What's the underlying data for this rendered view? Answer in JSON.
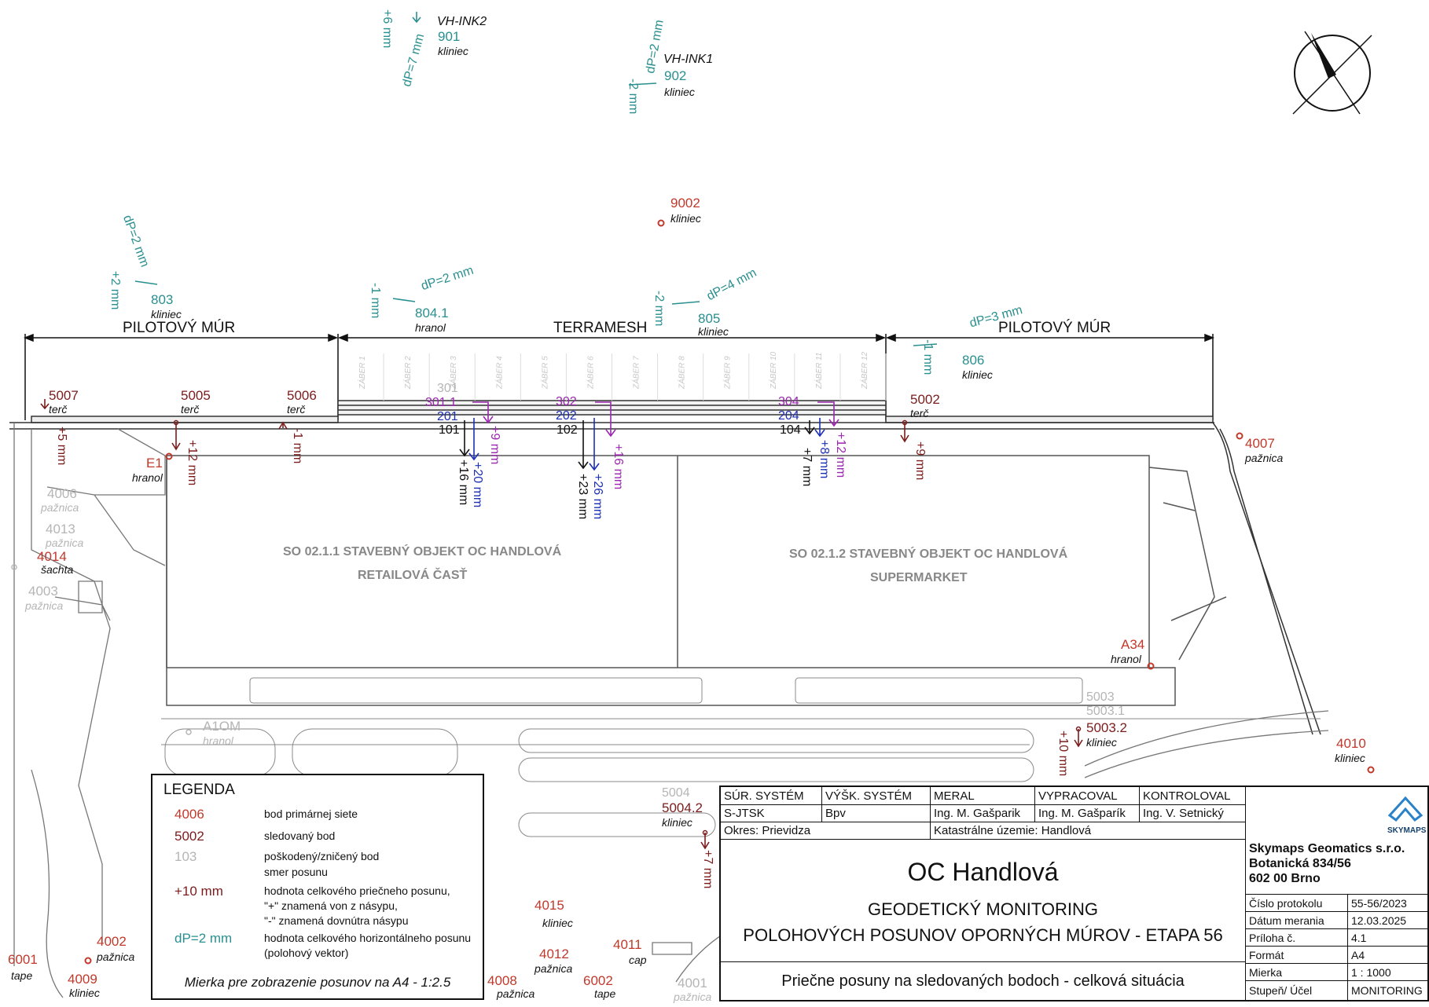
{
  "drawing": {
    "sections": {
      "pilot_left": "PILOTOVÝ MÚR",
      "terramesh": "TERRAMESH",
      "pilot_right": "PILOTOVÝ MÚR"
    },
    "zaber_labels": [
      "ZÁBER 1",
      "ZÁBER 2",
      "ZÁBER 3",
      "ZÁBER 4",
      "ZÁBER 5",
      "ZÁBER 6",
      "ZÁBER 7",
      "ZÁBER 8",
      "ZÁBER 9",
      "ZÁBER 10",
      "ZÁBER 11",
      "ZÁBER 12"
    ],
    "buildings": {
      "left_line1": "SO 02.1.1 STAVEBNÝ OBJEKT OC HANDLOVÁ",
      "left_line2": "RETAILOVÁ ČASŤ",
      "right_line1": "SO 02.1.2 STAVEBNÝ OBJEKT OC HANDLOVÁ",
      "right_line2": "SUPERMARKET"
    },
    "points_top": [
      {
        "id": "VH-INK2",
        "num": "901",
        "type": "kliniec",
        "values": [
          "+6 mm",
          "dP=7 mm"
        ]
      },
      {
        "id": "VH-INK1",
        "num": "902",
        "type": "kliniec",
        "values": [
          "dP=2 mm",
          "-2 mm"
        ]
      },
      {
        "num": "9002",
        "type": "kliniec"
      },
      {
        "num": "803",
        "type": "kliniec",
        "values": [
          "dP=2 mm",
          "+2 mm"
        ]
      },
      {
        "num": "804.1",
        "type": "hranol",
        "values": [
          "-1 mm",
          "dP=2 mm"
        ]
      },
      {
        "num": "805",
        "type": "kliniec",
        "values": [
          "-2 mm",
          "dP=4 mm"
        ]
      },
      {
        "num": "806",
        "type": "kliniec",
        "values": [
          "-1 mm",
          "dP=3 mm"
        ]
      }
    ],
    "monitored": [
      {
        "num": "5007",
        "type": "terč",
        "value": "+5 mm"
      },
      {
        "num": "5005",
        "type": "terč",
        "value": "+12 mm"
      },
      {
        "num": "5006",
        "type": "terč",
        "value": "-1 mm"
      },
      {
        "num": "5002",
        "type": "terč",
        "value": "+9 mm"
      },
      {
        "num": "E1",
        "type": "hranol"
      },
      {
        "num": "A34",
        "type": "hranol"
      },
      {
        "num": "5003.2",
        "type": "kliniec",
        "value": "+10 mm"
      },
      {
        "num": "5004.2",
        "type": "kliniec",
        "value": "+7 mm"
      }
    ],
    "groups": [
      {
        "damaged": "301",
        "purple": "301.1",
        "blue": "201",
        "black": "101",
        "purple_val": "+9 mm",
        "blue_val": "+20 mm",
        "black_val": "+16 mm"
      },
      {
        "purple": "302",
        "blue": "202",
        "black": "102",
        "purple_val": "+16 mm",
        "blue_val": "+26 mm",
        "black_val": "+23 mm"
      },
      {
        "purple": "304",
        "blue": "204",
        "black": "104",
        "purple_val": "+12 mm",
        "blue_val": "+8 mm",
        "black_val": "+7 mm"
      }
    ],
    "primary": [
      {
        "num": "4007",
        "type": "pažnica"
      },
      {
        "num": "4014",
        "type": "šachta"
      },
      {
        "num": "4010",
        "type": "kliniec"
      },
      {
        "num": "4015",
        "type": "kliniec"
      },
      {
        "num": "4012",
        "type": "pažnica"
      },
      {
        "num": "4011",
        "type": "cap"
      },
      {
        "num": "4008",
        "type": "pažnica"
      },
      {
        "num": "6002",
        "type": "tape"
      },
      {
        "num": "4002",
        "type": "pažnica"
      },
      {
        "num": "6001",
        "type": "tape"
      },
      {
        "num": "4009",
        "type": "kliniec"
      }
    ],
    "damaged": [
      {
        "num": "4006",
        "type": "pažnica"
      },
      {
        "num": "4013",
        "type": "pažnica"
      },
      {
        "num": "4003",
        "type": "pažnica"
      },
      {
        "num": "A1OM",
        "type": "hranol"
      },
      {
        "num": "5003"
      },
      {
        "num": "5003.1"
      },
      {
        "num": "5004"
      },
      {
        "num": "4001",
        "type": "pažnica"
      }
    ]
  },
  "legend": {
    "title": "LEGENDA",
    "rows": [
      {
        "symbol": "4006",
        "text": "bod primárnej siete"
      },
      {
        "symbol": "5002",
        "text": "sledovaný bod"
      },
      {
        "symbol": "103",
        "text": "poškodený/zničený bod"
      },
      {
        "symbol": "",
        "text": "smer posunu"
      },
      {
        "symbol": "+10 mm",
        "text": "hodnota celkového priečneho posunu,"
      },
      {
        "symbol": "",
        "text": "\"+\" znamená von z násypu,"
      },
      {
        "symbol": "",
        "text": "\"-\" znamená dovnútra násypu"
      },
      {
        "symbol": "dP=2 mm",
        "text": "hodnota celkového horizontálneho posunu"
      },
      {
        "symbol": "",
        "text": "(polohový vektor)"
      }
    ],
    "scale": "Mierka pre zobrazenie posunov na A4 - 1:2.5"
  },
  "titleblock": {
    "h_sur": "SÚR. SYSTÉM",
    "h_vysk": "VÝŠK. SYSTÉM",
    "h_meral": "MERAL",
    "h_vyprac": "VYPRACOVAL",
    "h_kontrol": "KONTROLOVAL",
    "v_sur": "S-JTSK",
    "v_vysk": "Bpv",
    "v_meral": "Ing. M. Gašparik",
    "v_vyprac": "Ing. M. Gašparík",
    "v_kontrol": "Ing. V. Setnický",
    "okres": "Okres: Prievidza",
    "katastralne": "Katastrálne územie: Handlová",
    "title": "OC Handlová",
    "subtitle1": "GEODETICKÝ MONITORING",
    "subtitle2": "POLOHOVÝCH POSUNOV OPORNÝCH MÚROV - ETAPA 56",
    "footer": "Priečne posuny na sledovaných bodoch - celková situácia",
    "logo_text": "SKYMAPS",
    "company1": "Skymaps Geomatics s.r.o.",
    "company2": "Botanická 834/56",
    "company3": "602 00 Brno",
    "meta": [
      {
        "k": "Číslo protokolu",
        "v": "55-56/2023"
      },
      {
        "k": "Dátum merania",
        "v": "12.03.2025"
      },
      {
        "k": "Príloha č.",
        "v": "4.1"
      },
      {
        "k": "Formát",
        "v": "A4"
      },
      {
        "k": "Mierka",
        "v": "1 : 1000"
      },
      {
        "k": "Stupeň/ Účel",
        "v": "MONITORING"
      }
    ]
  }
}
